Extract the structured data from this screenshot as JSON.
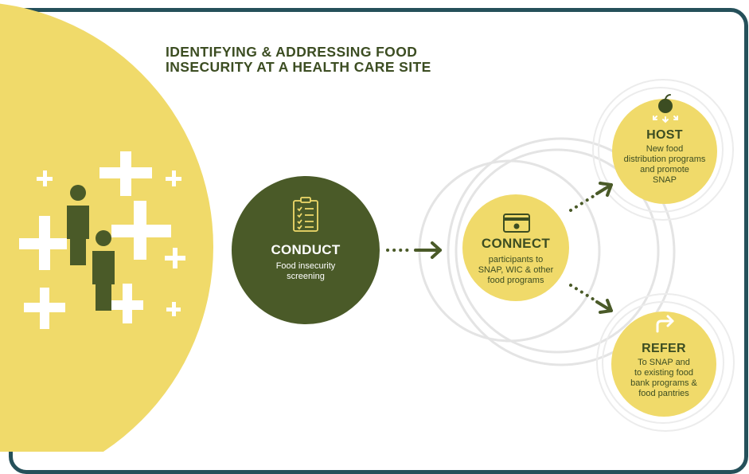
{
  "title": {
    "line1": "IDENTIFYING & ADDRESSING FOOD",
    "line2": "INSECURITY AT A HEALTH CARE SITE"
  },
  "colors": {
    "yellow": "#f0da6a",
    "olive": "#4a5a28",
    "text_dark": "#3c4d22",
    "frame": "#25505a",
    "ring": "#e4e4e4"
  },
  "steps": {
    "conduct": {
      "title": "CONDUCT",
      "lines": [
        "Food insecurity",
        "screening"
      ],
      "icon": "clipboard-checklist-icon"
    },
    "connect": {
      "title": "CONNECT",
      "lines": [
        "participants to",
        "SNAP, WIC & other",
        "food programs"
      ],
      "icon": "benefit-card-icon"
    },
    "host": {
      "title": "HOST",
      "lines": [
        "New food",
        "distribution programs",
        "and promote",
        "SNAP"
      ],
      "icon": "apple-distribution-icon"
    },
    "refer": {
      "title": "REFER",
      "lines": [
        "To SNAP and",
        "to existing food",
        "bank programs &",
        "food pantries"
      ],
      "icon": "redirect-arrow-icon"
    }
  }
}
